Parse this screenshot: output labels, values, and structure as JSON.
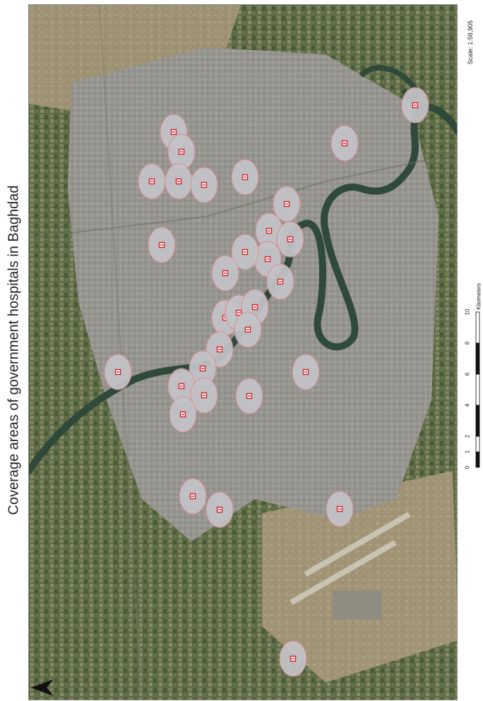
{
  "map": {
    "title": "Coverage areas of government hospitals in Baghdad",
    "scale_text": "Scale: 1:58,905",
    "scale_bar": {
      "unit": "Kilometers",
      "ticks": [
        "0",
        "1",
        "2",
        "4",
        "6",
        "8",
        "10"
      ]
    },
    "colors": {
      "imagery_base": "#8c8a7a",
      "urban": "#9a9a98",
      "river": "#2f4a3a",
      "vegetation": "#4c5e3a",
      "coverage_fill": "#c4c3c7",
      "coverage_stroke": "#d98b93",
      "hospital_symbol": "#d0202a"
    },
    "icons": {
      "hospital": "hospital-marker-icon",
      "north": "north-arrow-icon"
    }
  }
}
